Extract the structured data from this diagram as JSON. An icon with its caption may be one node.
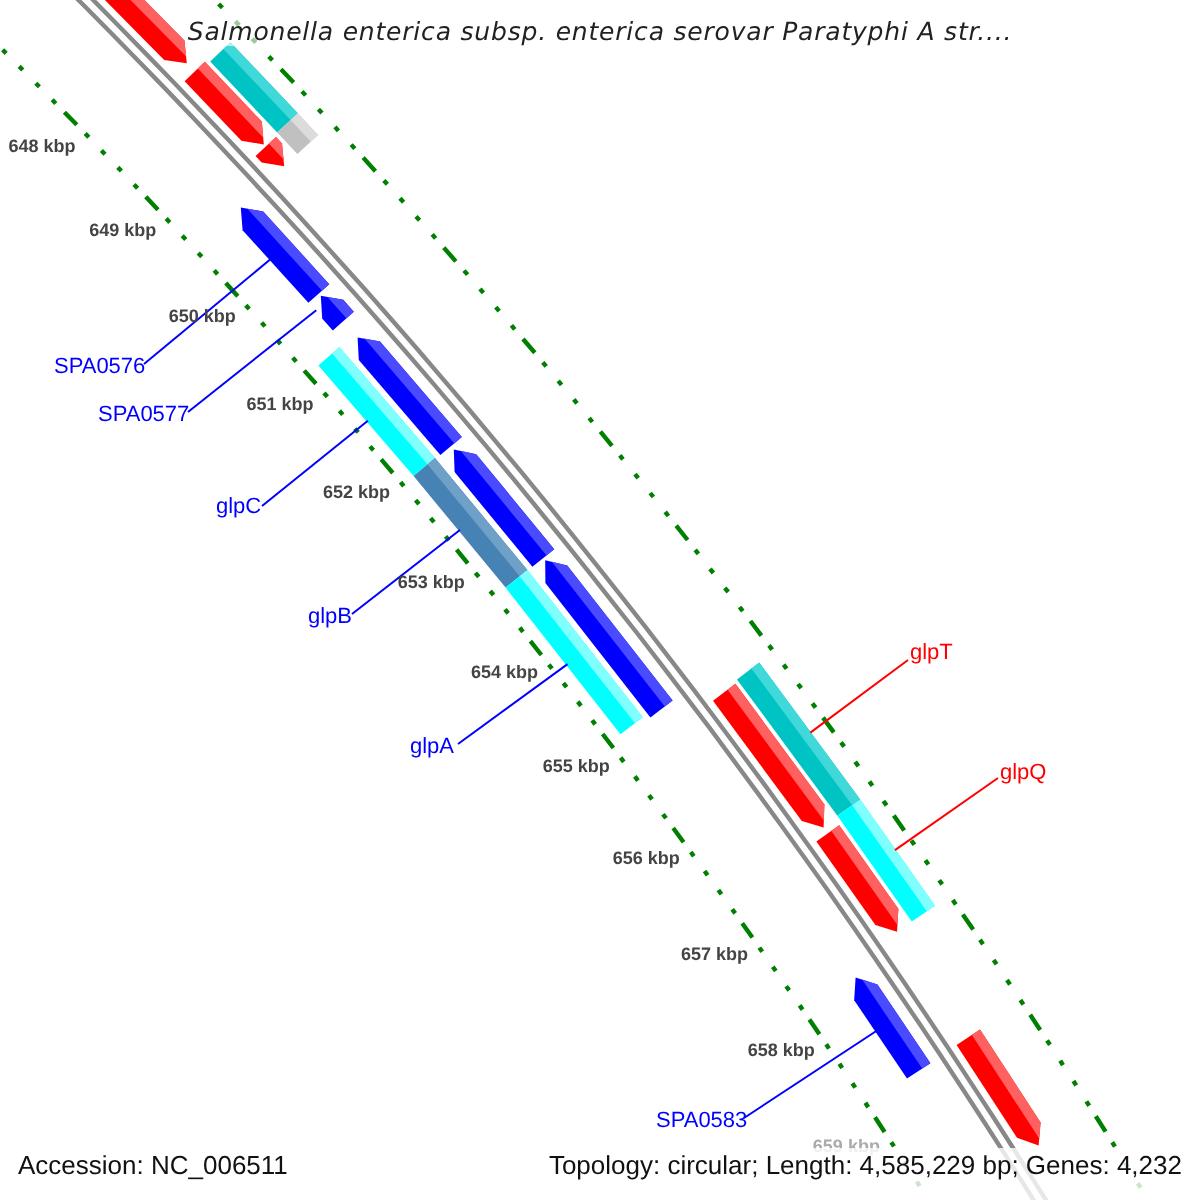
{
  "diagram": {
    "title": "Salmonella enterica subsp. enterica serovar Paratyphi A str....",
    "nodes": [
      {
        "text": [],
        "shape": "arrow"
      },
      {
        "text": [],
        "shape": "bar"
      },
      {
        "text": [],
        "shape": "arrow"
      },
      {
        "text": [],
        "shape": "bar"
      },
      {
        "text": [],
        "shape": "arrow"
      },
      {
        "text": [],
        "shape": "arrow"
      },
      {
        "text": [],
        "shape": "arrow"
      },
      {
        "text": [
          "SPA0576"
        ]
      },
      {
        "text": [
          "SPA0577"
        ]
      },
      {
        "text": [],
        "shape": "bar"
      },
      {
        "text": [],
        "shape": "arrow"
      },
      {
        "text": [
          "glpC"
        ]
      },
      {
        "text": [],
        "shape": "bar"
      },
      {
        "text": [],
        "shape": "arrow"
      },
      {
        "text": [
          "glpB"
        ]
      },
      {
        "text": [],
        "shape": "bar"
      },
      {
        "text": [],
        "shape": "arrow"
      },
      {
        "text": [
          "glpA"
        ]
      },
      {
        "text": [
          "glpT"
        ]
      },
      {
        "text": [],
        "shape": "bar"
      },
      {
        "text": [],
        "shape": "arrow"
      },
      {
        "text": [
          "glpQ"
        ]
      },
      {
        "text": [],
        "shape": "bar"
      },
      {
        "text": [],
        "shape": "arrow"
      },
      {
        "text": [],
        "shape": "arrow"
      },
      {
        "text": [],
        "shape": "arrow"
      },
      {
        "text": [
          "SPA0583"
        ]
      }
    ],
    "edges": [
      {
        "from": 7,
        "to": 5,
        "arrow": "none"
      },
      {
        "from": 8,
        "to": 6,
        "arrow": "none"
      },
      {
        "from": 11,
        "to": 9,
        "arrow": "none"
      },
      {
        "from": 14,
        "to": 12,
        "arrow": "none"
      },
      {
        "from": 17,
        "to": 15,
        "arrow": "none"
      },
      {
        "from": 18,
        "to": 19,
        "arrow": "none",
        "color": "#ff0000"
      },
      {
        "from": 21,
        "to": 22,
        "arrow": "none",
        "color": "#ff0000"
      },
      {
        "from": 26,
        "to": 24,
        "arrow": "none"
      }
    ],
    "labels": [
      "648 kbp",
      "649 kbp",
      "650 kbp",
      "651 kbp",
      "652 kbp",
      "653 kbp",
      "654 kbp",
      "655 kbp",
      "656 kbp",
      "657 kbp",
      "658 kbp",
      "659 kbp",
      "Accession: NC_006511",
      "Topology: circular; Length: 4,585,229 bp; Genes: 4,232"
    ]
  }
}
